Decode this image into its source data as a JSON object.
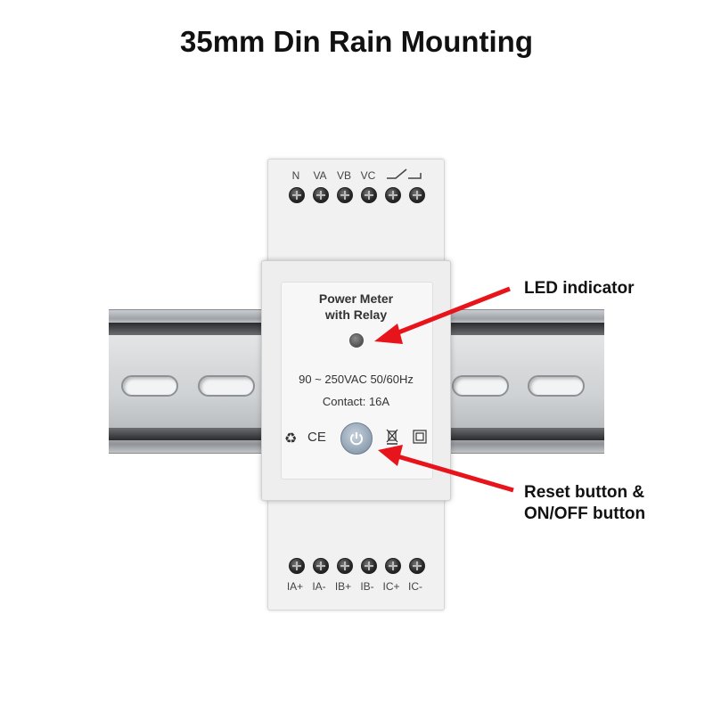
{
  "title": "35mm Din Rain Mounting",
  "device": {
    "top_terminals": [
      "N",
      "VA",
      "VB",
      "VC"
    ],
    "relay_symbol": "relay-contact-icon",
    "name_line1": "Power Meter",
    "name_line2": "with Relay",
    "spec_voltage": "90 ~ 250VAC 50/60Hz",
    "spec_contact": "Contact: 16A",
    "ce_mark": "CE",
    "bottom_terminals": [
      "IA+",
      "IA-",
      "IB+",
      "IB-",
      "IC+",
      "IC-"
    ]
  },
  "callouts": {
    "led": "LED indicator",
    "reset_line1": "Reset button &",
    "reset_line2": "ON/OFF button"
  },
  "colors": {
    "arrow": "#e8141c",
    "rail": "#cfd2d4",
    "device": "#eeeeee"
  }
}
